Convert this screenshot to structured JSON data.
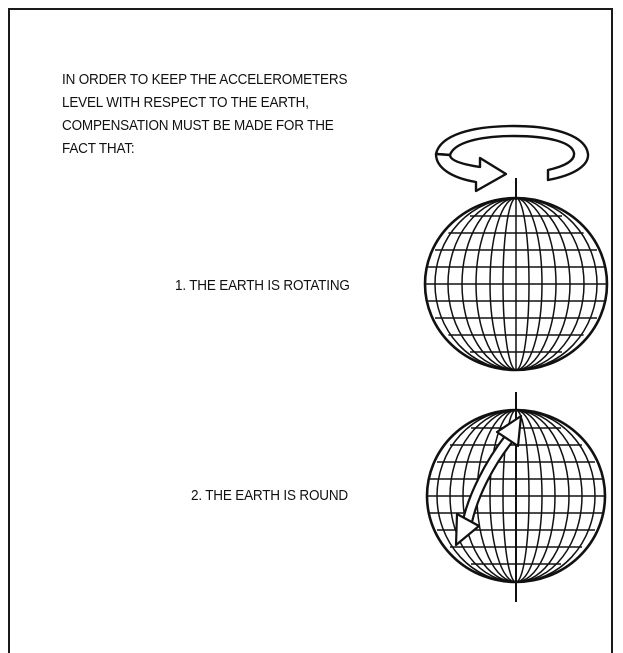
{
  "intro_lines": [
    "IN ORDER TO KEEP THE ACCELEROMETERS",
    "LEVEL WITH RESPECT TO THE EARTH,",
    "COMPENSATION MUST BE MADE FOR THE",
    "FACT THAT:"
  ],
  "items": [
    {
      "label": "1. THE EARTH IS ROTATING",
      "icon": "rotating-globe-icon"
    },
    {
      "label": "2. THE EARTH IS ROUND",
      "icon": "curved-arrow-globe-icon"
    }
  ],
  "colors": {
    "ink": "#111111",
    "background": "#ffffff"
  }
}
